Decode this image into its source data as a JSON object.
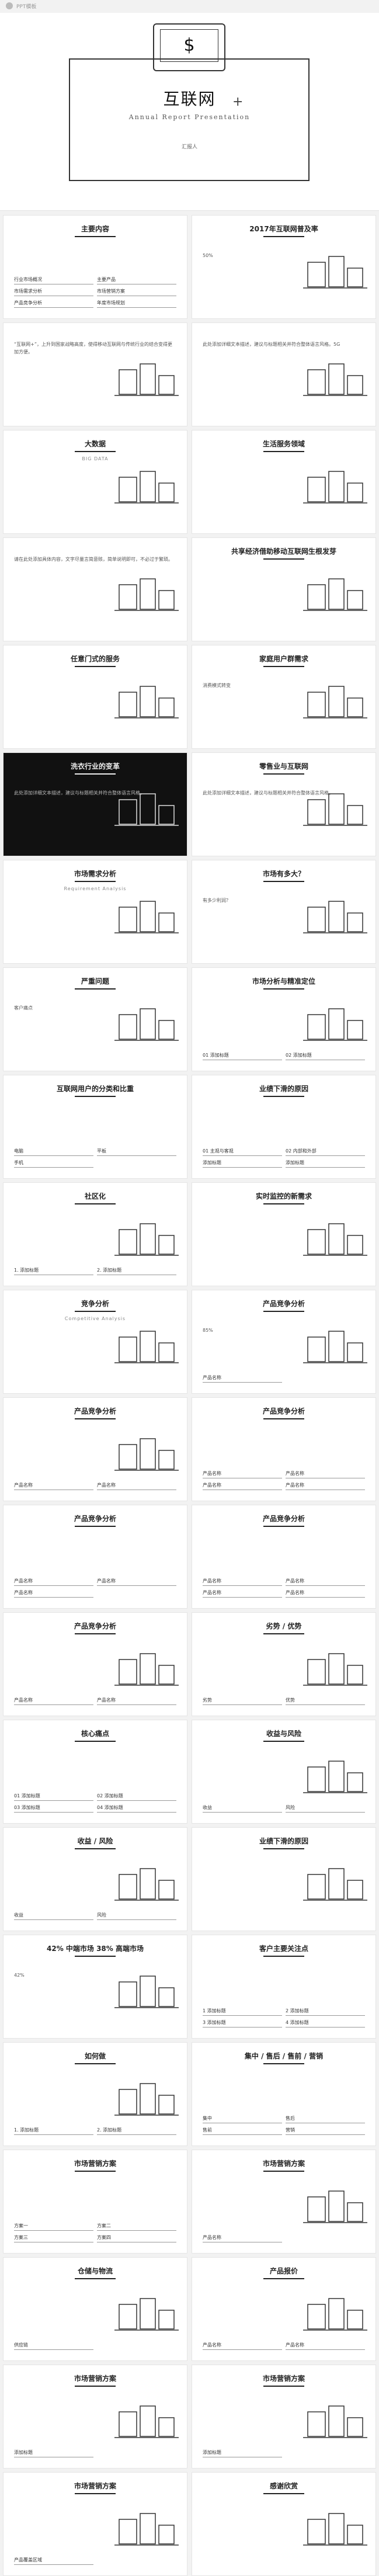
{
  "topbar": {
    "label": "PPT模板"
  },
  "cover": {
    "title": "互联网",
    "subtitle": "Annual Report Presentation",
    "author": "汇报人",
    "laptop_icon": "dollar-sign-icon"
  },
  "slides": [
    {
      "title": "主要内容",
      "sub": "",
      "body": "",
      "items": [
        "行业市场概况",
        "主要产品",
        "市场需求分析",
        "市场营销方案",
        "产品竞争分析",
        "年度市场规划"
      ],
      "dark": false
    },
    {
      "title": "2017年互联网普及率",
      "sub": "",
      "body": "50%",
      "items": [],
      "dark": false
    },
    {
      "title": "",
      "sub": "",
      "body": "“互联网+”，上升到国家战略高度，使得移动互联网与传统行业的结合变得更加方便。",
      "items": [],
      "dark": false
    },
    {
      "title": "",
      "sub": "",
      "body": "此处添加详细文本描述，建议与标题相关并符合整体语言风格。5G",
      "items": [],
      "dark": false
    },
    {
      "title": "大数据",
      "sub": "BIG DATA",
      "body": "",
      "items": [],
      "dark": false
    },
    {
      "title": "生活服务领域",
      "sub": "",
      "body": "",
      "items": [],
      "dark": false
    },
    {
      "title": "",
      "sub": "",
      "body": "请在此处添加具体内容，文字尽量言简意赅，简单说明即可，不必过于繁琐。",
      "items": [],
      "dark": false
    },
    {
      "title": "共享经济借助移动互联网生根发芽",
      "sub": "",
      "body": "",
      "items": [],
      "dark": false
    },
    {
      "title": "任意门式的服务",
      "sub": "",
      "body": "",
      "items": [],
      "dark": false
    },
    {
      "title": "家庭用户群需求",
      "sub": "",
      "body": "消费模式转变",
      "items": [],
      "dark": false
    },
    {
      "title": "洗衣行业的变革",
      "sub": "",
      "body": "此处添加详细文本描述，建议与标题相关并符合整体语言风格。",
      "items": [],
      "dark": true
    },
    {
      "title": "零售业与互联网",
      "sub": "",
      "body": "此处添加详细文本描述，建议与标题相关并符合整体语言风格。",
      "items": [],
      "dark": false
    },
    {
      "title": "市场需求分析",
      "sub": "Requirement Analysis",
      "body": "",
      "items": [],
      "dark": false
    },
    {
      "title": "市场有多大？",
      "sub": "",
      "body": "有多少利润？",
      "items": [],
      "dark": false
    },
    {
      "title": "严重问题",
      "sub": "",
      "body": "客户痛点",
      "items": [],
      "dark": false
    },
    {
      "title": "市场分析与精准定位",
      "sub": "",
      "body": "",
      "items": [
        "01 添加标题",
        "02 添加标题"
      ],
      "dark": false
    },
    {
      "title": "互联网用户的分类和比重",
      "sub": "",
      "body": "",
      "items": [
        "电脑",
        "平板",
        "手机"
      ],
      "dark": false
    },
    {
      "title": "业绩下滑的原因",
      "sub": "",
      "body": "",
      "items": [
        "01 主观与客观",
        "02 内部和外部",
        "添加标题",
        "添加标题"
      ],
      "dark": false
    },
    {
      "title": "社区化",
      "sub": "",
      "body": "",
      "items": [
        "1. 添加标题",
        "2. 添加标题"
      ],
      "dark": false
    },
    {
      "title": "实时监控的新需求",
      "sub": "",
      "body": "",
      "items": [],
      "dark": false
    },
    {
      "title": "竞争分析",
      "sub": "Competitive Analysis",
      "body": "",
      "items": [],
      "dark": false
    },
    {
      "title": "产品竞争分析",
      "sub": "",
      "body": "85%",
      "items": [
        "产品名称"
      ],
      "dark": false
    },
    {
      "title": "产品竞争分析",
      "sub": "",
      "body": "",
      "items": [
        "产品名称",
        "产品名称"
      ],
      "dark": false
    },
    {
      "title": "产品竞争分析",
      "sub": "",
      "body": "",
      "items": [
        "产品名称",
        "产品名称",
        "产品名称",
        "产品名称"
      ],
      "dark": false
    },
    {
      "title": "产品竞争分析",
      "sub": "",
      "body": "",
      "items": [
        "产品名称",
        "产品名称",
        "产品名称"
      ],
      "dark": false
    },
    {
      "title": "产品竞争分析",
      "sub": "",
      "body": "",
      "items": [
        "产品名称",
        "产品名称",
        "产品名称",
        "产品名称"
      ],
      "dark": false
    },
    {
      "title": "产品竞争分析",
      "sub": "",
      "body": "",
      "items": [
        "产品名称",
        "产品名称"
      ],
      "dark": false
    },
    {
      "title": "劣势 / 优势",
      "sub": "",
      "body": "",
      "items": [
        "劣势",
        "优势"
      ],
      "dark": false
    },
    {
      "title": "核心痛点",
      "sub": "",
      "body": "",
      "items": [
        "01 添加标题",
        "02 添加标题",
        "03 添加标题",
        "04 添加标题"
      ],
      "dark": false
    },
    {
      "title": "收益与风险",
      "sub": "",
      "body": "",
      "items": [
        "收益",
        "风险"
      ],
      "dark": false
    },
    {
      "title": "收益 / 风险",
      "sub": "",
      "body": "",
      "items": [
        "收益",
        "风险"
      ],
      "dark": false
    },
    {
      "title": "业绩下滑的原因",
      "sub": "",
      "body": "",
      "items": [],
      "dark": false
    },
    {
      "title": "42% 中端市场 38% 高端市场",
      "sub": "",
      "body": "42%",
      "items": [],
      "dark": false
    },
    {
      "title": "客户主要关注点",
      "sub": "",
      "body": "",
      "items": [
        "1 添加标题",
        "2 添加标题",
        "3 添加标题",
        "4 添加标题"
      ],
      "dark": false
    },
    {
      "title": "如何做",
      "sub": "",
      "body": "",
      "items": [
        "1. 添加标题",
        "2. 添加标题"
      ],
      "dark": false
    },
    {
      "title": "集中 / 售后 / 售前 / 营销",
      "sub": "",
      "body": "",
      "items": [
        "集中",
        "售后",
        "售前",
        "营销"
      ],
      "dark": false
    },
    {
      "title": "市场营销方案",
      "sub": "",
      "body": "",
      "items": [
        "方案一",
        "方案二",
        "方案三",
        "方案四"
      ],
      "dark": false
    },
    {
      "title": "市场营销方案",
      "sub": "",
      "body": "",
      "items": [
        "产品名称"
      ],
      "dark": false
    },
    {
      "title": "仓储与物流",
      "sub": "",
      "body": "",
      "items": [
        "供应链"
      ],
      "dark": false
    },
    {
      "title": "产品报价",
      "sub": "",
      "body": "",
      "items": [
        "产品名称",
        "产品名称"
      ],
      "dark": false
    },
    {
      "title": "市场营销方案",
      "sub": "",
      "body": "",
      "items": [
        "添加标题"
      ],
      "dark": false
    },
    {
      "title": "市场营销方案",
      "sub": "",
      "body": "",
      "items": [
        "添加标题"
      ],
      "dark": false
    },
    {
      "title": "市场营销方案",
      "sub": "",
      "body": "",
      "items": [
        "产品覆盖区域"
      ],
      "dark": false
    },
    {
      "title": "感谢欣赏",
      "sub": "",
      "body": "",
      "items": [],
      "dark": false
    }
  ]
}
